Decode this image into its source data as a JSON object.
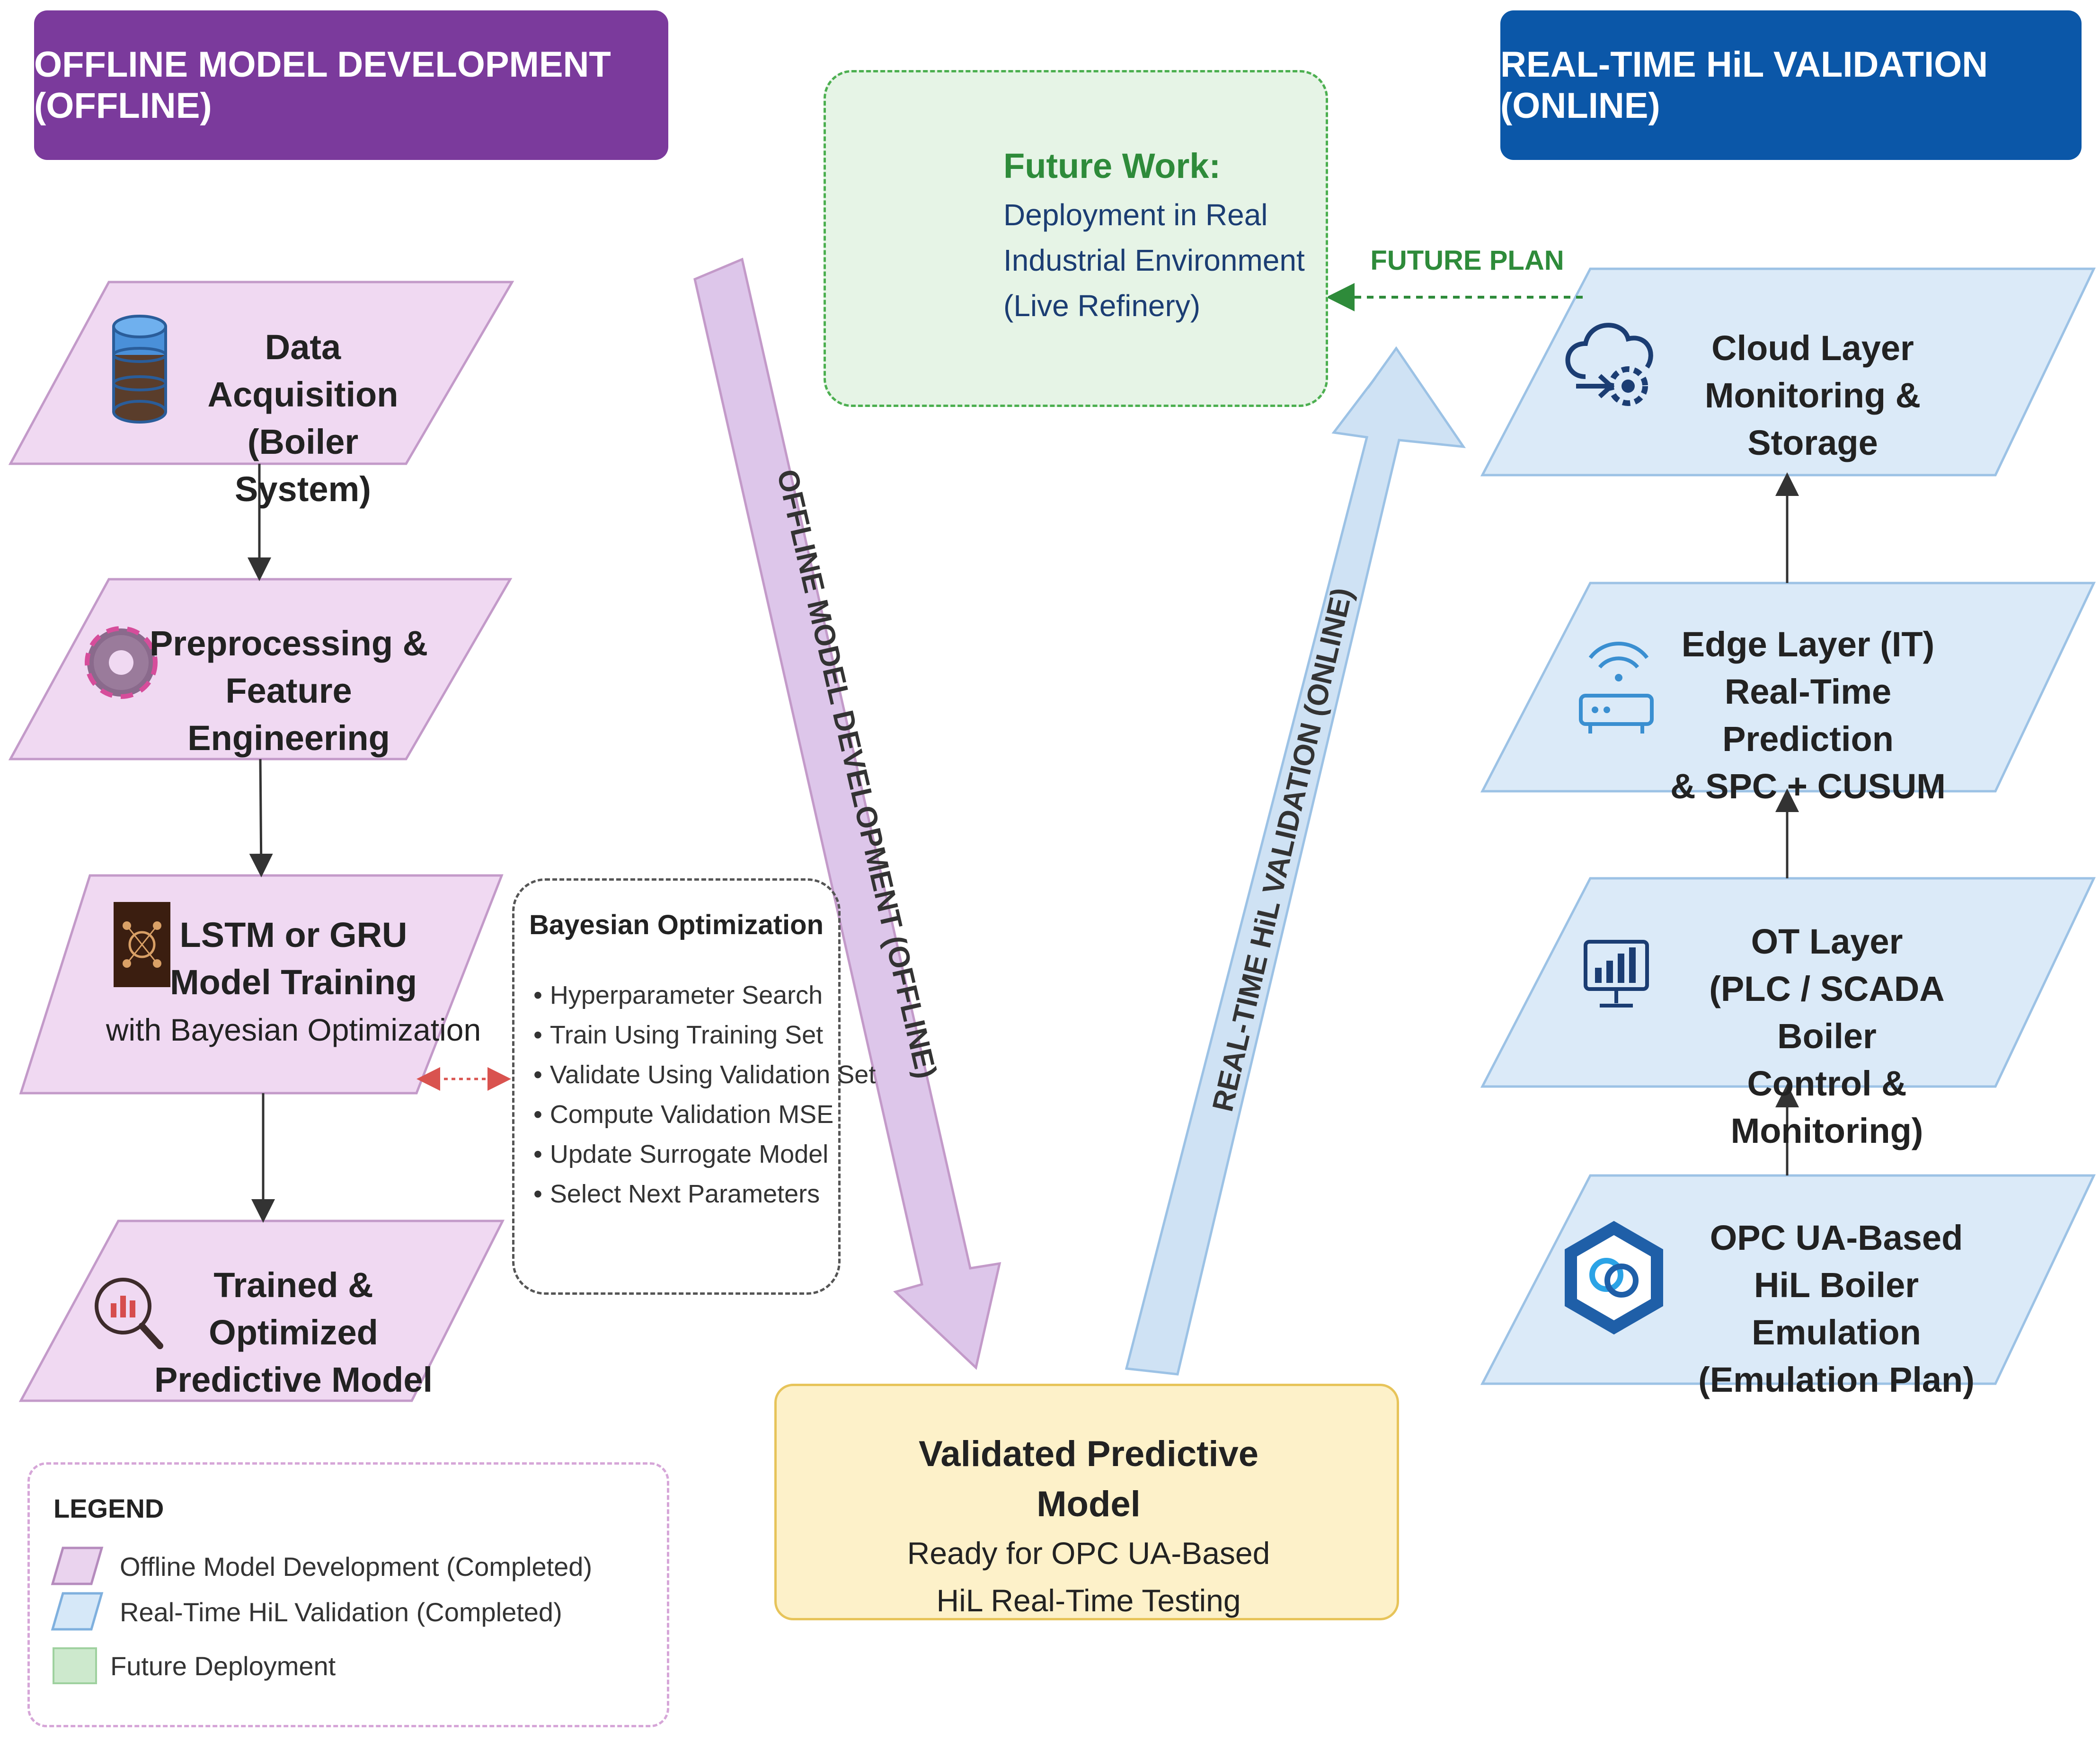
{
  "headers": {
    "offline": "OFFLINE MODEL DEVELOPMENT (OFFLINE)",
    "online": "REAL-TIME HiL VALIDATION (ONLINE)"
  },
  "offline_steps": [
    {
      "title_lines": [
        "Data Acquisition",
        "(Boiler System)"
      ],
      "icon": "database-icon"
    },
    {
      "title_lines": [
        "Preprocessing &",
        "Feature Engineering"
      ],
      "icon": "gear-icon"
    },
    {
      "title_lines": [
        "LSTM or GRU",
        "Model Training"
      ],
      "subtitle": "with Bayesian Optimization",
      "icon": "neural-network-icon"
    },
    {
      "title_lines": [
        "Trained & Optimized",
        "Predictive Model"
      ],
      "icon": "analytics-search-icon"
    }
  ],
  "bayesian": {
    "title": "Bayesian Optimization",
    "items": [
      "Hyperparameter Search",
      "Train Using Training Set",
      "Validate Using Validation Set",
      "Compute Validation MSE",
      "Update Surrogate Model",
      "Select Next Parameters"
    ]
  },
  "arrows": {
    "offline_label": "OFFLINE MODEL DEVELOPMENT (OFFLINE)",
    "online_label": "REAL-TIME HiL VALIDATION (ONLINE)",
    "future_plan_label": "FUTURE PLAN"
  },
  "future_work": {
    "title": "Future Work:",
    "lines": [
      "Deployment in Real",
      "Industrial Environment",
      "(Live Refinery)"
    ],
    "icon": "factory-icon"
  },
  "validated": {
    "title": "Validated Predictive Model",
    "lines": [
      "Ready for OPC UA-Based",
      "HiL Real-Time Testing"
    ],
    "icon": "document-export-icon"
  },
  "online_layers": [
    {
      "title_lines": [
        "Cloud Layer",
        "Monitoring & Storage"
      ],
      "icon": "cloud-gear-icon"
    },
    {
      "title_lines": [
        "Edge Layer (IT)",
        "Real-Time Prediction",
        "& SPC + CUSUM"
      ],
      "icon": "router-icon"
    },
    {
      "title_lines": [
        "OT Layer",
        "(PLC / SCADA Boiler",
        "Control & Monitoring)"
      ],
      "icon": "monitor-chart-icon"
    },
    {
      "title_lines": [
        "OPC UA-Based",
        "HiL Boiler Emulation",
        "(Emulation Plan)"
      ],
      "icon": "opc-ua-icon"
    }
  ],
  "legend": {
    "title": "LEGEND",
    "items": [
      {
        "label": "Offline Model Development (Completed)",
        "color": "#ead3ee"
      },
      {
        "label": "Real-Time HiL Validation (Completed)",
        "color": "#d6e8f8"
      },
      {
        "label": "Future Deployment",
        "color": "#cde9cd"
      }
    ]
  },
  "colors": {
    "offline_fill": "#f0d9f2",
    "offline_stroke": "#c39ac9",
    "online_fill": "#dbeaf8",
    "online_stroke": "#9cc2e5",
    "future_green": "#2e8b3a",
    "header_purple": "#7b3a9c",
    "header_blue": "#0b57a8"
  }
}
